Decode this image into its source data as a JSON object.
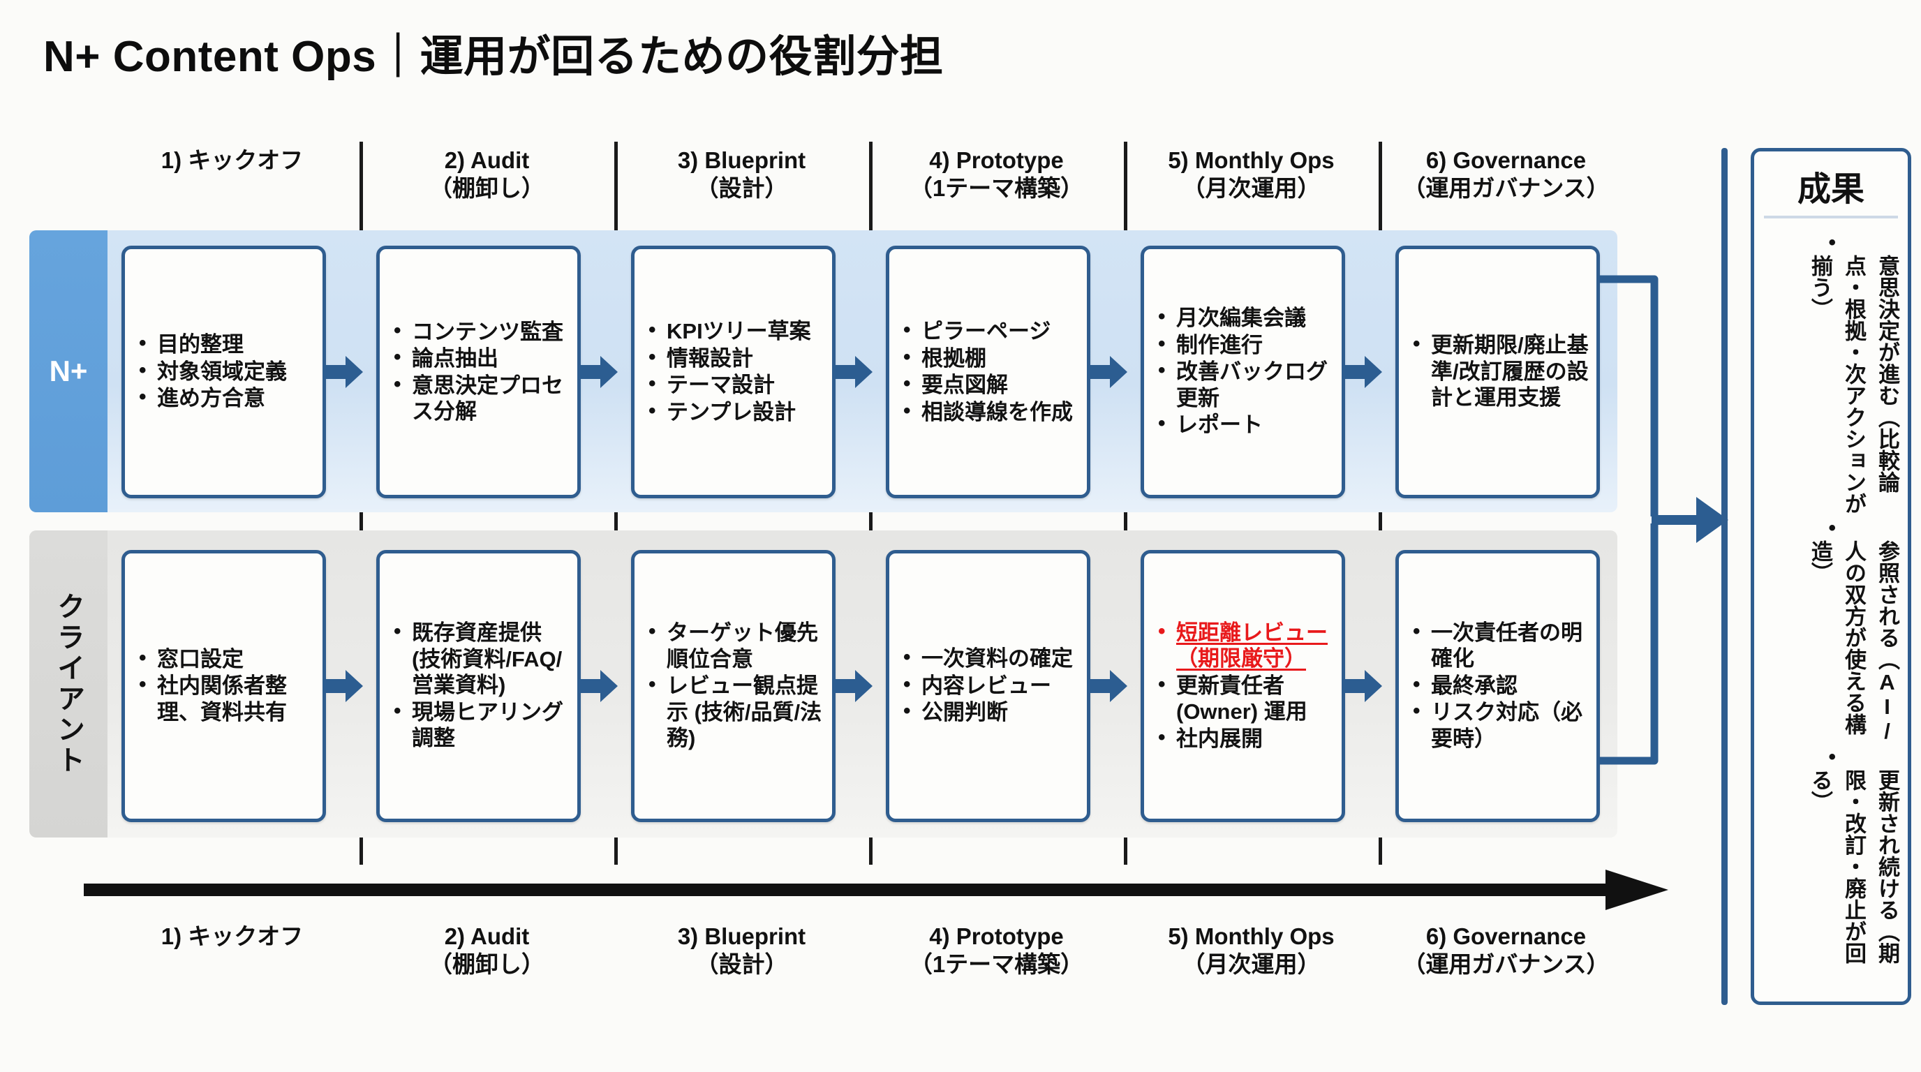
{
  "title": "N+ Content Ops｜運用が回るための役割分担",
  "colors": {
    "accent_blue": "#2f5d8f",
    "np_band": "#d3e4f5",
    "np_tab": "#5e9dd8",
    "client_band": "#e6e6e4",
    "client_tab": "#d5d5d3",
    "alert_red": "#e8191b",
    "timeline": "#111111"
  },
  "phases": [
    {
      "en": "1) キックオフ",
      "jp": ""
    },
    {
      "en": "2) Audit",
      "jp": "（棚卸し）"
    },
    {
      "en": "3) Blueprint",
      "jp": "（設計）"
    },
    {
      "en": "4) Prototype",
      "jp": "（1テーマ構築）"
    },
    {
      "en": "5) Monthly Ops",
      "jp": "（月次運用）"
    },
    {
      "en": "6) Governance",
      "jp": "（運用ガバナンス）"
    }
  ],
  "rows": [
    {
      "role": "N+",
      "cards": [
        {
          "items": [
            {
              "text": "目的整理",
              "alert": false
            },
            {
              "text": "対象領域定義",
              "alert": false
            },
            {
              "text": "進め方合意",
              "alert": false
            }
          ]
        },
        {
          "items": [
            {
              "text": "コンテンツ監査",
              "alert": false
            },
            {
              "text": "論点抽出",
              "alert": false
            },
            {
              "text": "意思決定プロセス分解",
              "alert": false
            }
          ]
        },
        {
          "items": [
            {
              "text": "KPIツリー草案",
              "alert": false
            },
            {
              "text": "情報設計",
              "alert": false
            },
            {
              "text": "テーマ設計",
              "alert": false
            },
            {
              "text": "テンプレ設計",
              "alert": false
            }
          ]
        },
        {
          "items": [
            {
              "text": "ピラーページ",
              "alert": false
            },
            {
              "text": "根拠棚",
              "alert": false
            },
            {
              "text": "要点図解",
              "alert": false
            },
            {
              "text": "相談導線を作成",
              "alert": false
            }
          ]
        },
        {
          "items": [
            {
              "text": "月次編集会議",
              "alert": false
            },
            {
              "text": "制作進行",
              "alert": false
            },
            {
              "text": "改善バックログ更新",
              "alert": false
            },
            {
              "text": "レポート",
              "alert": false
            }
          ]
        },
        {
          "items": [
            {
              "text": "更新期限/廃止基準/改訂履歴の設計と運用支援",
              "alert": false
            }
          ]
        }
      ]
    },
    {
      "role": "クライアント",
      "cards": [
        {
          "items": [
            {
              "text": "窓口設定",
              "alert": false
            },
            {
              "text": "社内関係者整理、資料共有",
              "alert": false
            }
          ]
        },
        {
          "items": [
            {
              "text": "既存資産提供 (技術資料/FAQ/営業資料)",
              "alert": false
            },
            {
              "text": "現場ヒアリング調整",
              "alert": false
            }
          ]
        },
        {
          "items": [
            {
              "text": "ターゲット優先順位合意",
              "alert": false
            },
            {
              "text": "レビュー観点提示 (技術/品質/法務)",
              "alert": false
            }
          ]
        },
        {
          "items": [
            {
              "text": "一次資料の確定",
              "alert": false
            },
            {
              "text": "内容レビュー",
              "alert": false
            },
            {
              "text": "公開判断",
              "alert": false
            }
          ]
        },
        {
          "items": [
            {
              "text": "短距離レビュー（期限厳守）",
              "alert": true
            },
            {
              "text": "更新責任者 (Owner) 運用",
              "alert": false
            },
            {
              "text": "社内展開",
              "alert": false
            }
          ]
        },
        {
          "items": [
            {
              "text": "一次責任者の明確化",
              "alert": false
            },
            {
              "text": "最終承認",
              "alert": false
            },
            {
              "text": "リスク対応（必要時）",
              "alert": false
            }
          ]
        }
      ]
    }
  ],
  "outcome": {
    "title": "成果",
    "items": [
      "意思決定が進む（比較論点・根拠・次アクションが揃う）",
      "参照される（AI/人の双方が使える構造）",
      "更新され続ける（期限・改訂・廃止が回る）"
    ]
  }
}
